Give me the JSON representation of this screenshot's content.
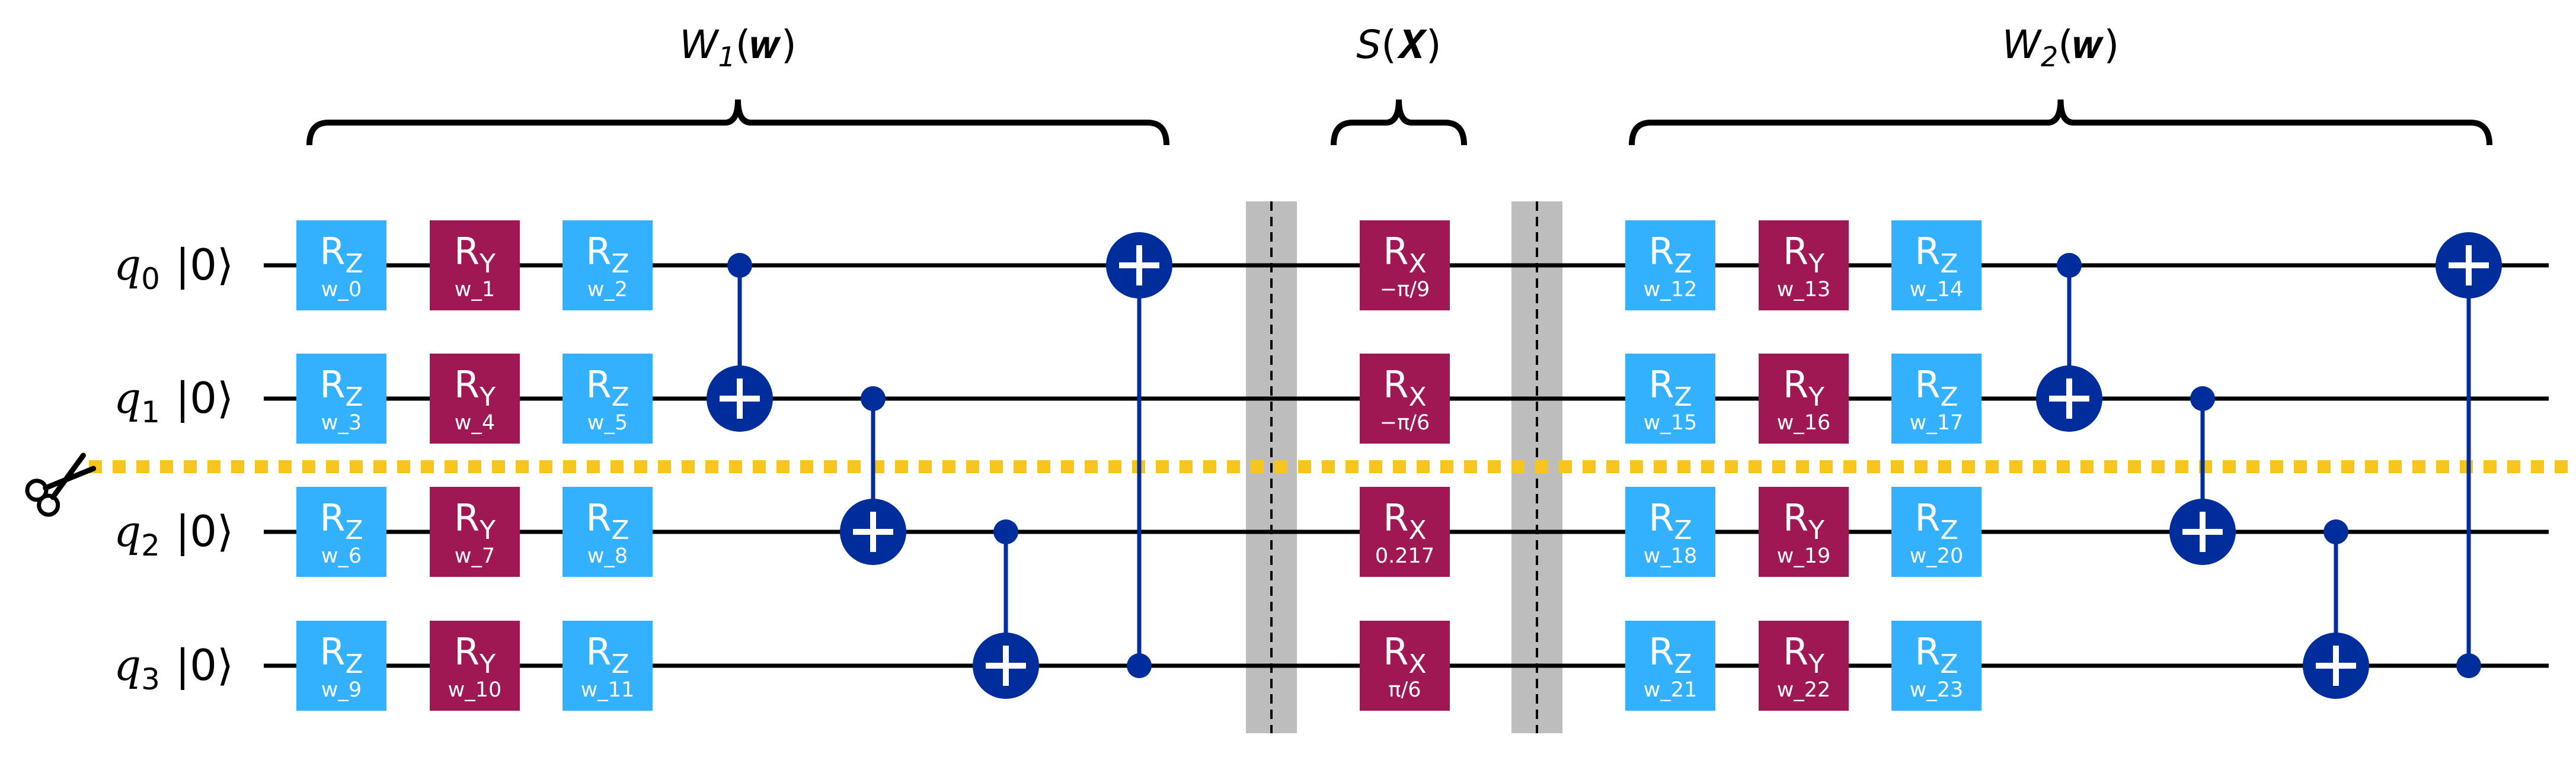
{
  "colors": {
    "wire": "#000000",
    "rz_fill": "#33b1ff",
    "ry_fill": "#9f1853",
    "rx_fill": "#9f1853",
    "cnot": "#002d9c",
    "barrier": "#bdbdbd",
    "cut_line": "#f8c51c",
    "gate_text": "#ffffff",
    "label_text": "#000000"
  },
  "braces": [
    {
      "id": "w1",
      "label_main": "W",
      "label_sub": "1",
      "label_arg": "(𝒘)"
    },
    {
      "id": "s",
      "label_main": "S",
      "label_sub": "",
      "label_arg": "(𝑿)"
    },
    {
      "id": "w2",
      "label_main": "W",
      "label_sub": "2",
      "label_arg": "(𝒘)"
    }
  ],
  "qubits": [
    {
      "name": "q",
      "index": "0",
      "ket": "|0⟩"
    },
    {
      "name": "q",
      "index": "1",
      "ket": "|0⟩"
    },
    {
      "name": "q",
      "index": "2",
      "ket": "|0⟩"
    },
    {
      "name": "q",
      "index": "3",
      "ket": "|0⟩"
    }
  ],
  "cut_icon": "scissors-icon",
  "columns": [
    {
      "col": 0,
      "type": "gate",
      "gates": [
        {
          "row": 0,
          "kind": "R",
          "sub": "Z",
          "param": "w_0"
        },
        {
          "row": 1,
          "kind": "R",
          "sub": "Z",
          "param": "w_3"
        },
        {
          "row": 2,
          "kind": "R",
          "sub": "Z",
          "param": "w_6"
        },
        {
          "row": 3,
          "kind": "R",
          "sub": "Z",
          "param": "w_9"
        }
      ]
    },
    {
      "col": 1,
      "type": "gate",
      "gates": [
        {
          "row": 0,
          "kind": "R",
          "sub": "Y",
          "param": "w_1"
        },
        {
          "row": 1,
          "kind": "R",
          "sub": "Y",
          "param": "w_4"
        },
        {
          "row": 2,
          "kind": "R",
          "sub": "Y",
          "param": "w_7"
        },
        {
          "row": 3,
          "kind": "R",
          "sub": "Y",
          "param": "w_10"
        }
      ]
    },
    {
      "col": 2,
      "type": "gate",
      "gates": [
        {
          "row": 0,
          "kind": "R",
          "sub": "Z",
          "param": "w_2"
        },
        {
          "row": 1,
          "kind": "R",
          "sub": "Z",
          "param": "w_5"
        },
        {
          "row": 2,
          "kind": "R",
          "sub": "Z",
          "param": "w_8"
        },
        {
          "row": 3,
          "kind": "R",
          "sub": "Z",
          "param": "w_11"
        }
      ]
    },
    {
      "col": 3,
      "type": "cnot",
      "control": 0,
      "target": 1
    },
    {
      "col": 4,
      "type": "cnot",
      "control": 1,
      "target": 2
    },
    {
      "col": 5,
      "type": "cnot",
      "control": 2,
      "target": 3
    },
    {
      "col": 6,
      "type": "cnot",
      "control": 3,
      "target": 0
    },
    {
      "col": 7,
      "type": "barrier"
    },
    {
      "col": 8,
      "type": "gate",
      "gates": [
        {
          "row": 0,
          "kind": "R",
          "sub": "X",
          "param": "−π/9"
        },
        {
          "row": 1,
          "kind": "R",
          "sub": "X",
          "param": "−π/6"
        },
        {
          "row": 2,
          "kind": "R",
          "sub": "X",
          "param": "0.217"
        },
        {
          "row": 3,
          "kind": "R",
          "sub": "X",
          "param": "π/6"
        }
      ]
    },
    {
      "col": 9,
      "type": "barrier"
    },
    {
      "col": 10,
      "type": "gate",
      "gates": [
        {
          "row": 0,
          "kind": "R",
          "sub": "Z",
          "param": "w_12"
        },
        {
          "row": 1,
          "kind": "R",
          "sub": "Z",
          "param": "w_15"
        },
        {
          "row": 2,
          "kind": "R",
          "sub": "Z",
          "param": "w_18"
        },
        {
          "row": 3,
          "kind": "R",
          "sub": "Z",
          "param": "w_21"
        }
      ]
    },
    {
      "col": 11,
      "type": "gate",
      "gates": [
        {
          "row": 0,
          "kind": "R",
          "sub": "Y",
          "param": "w_13"
        },
        {
          "row": 1,
          "kind": "R",
          "sub": "Y",
          "param": "w_16"
        },
        {
          "row": 2,
          "kind": "R",
          "sub": "Y",
          "param": "w_19"
        },
        {
          "row": 3,
          "kind": "R",
          "sub": "Y",
          "param": "w_22"
        }
      ]
    },
    {
      "col": 12,
      "type": "gate",
      "gates": [
        {
          "row": 0,
          "kind": "R",
          "sub": "Z",
          "param": "w_14"
        },
        {
          "row": 1,
          "kind": "R",
          "sub": "Z",
          "param": "w_17"
        },
        {
          "row": 2,
          "kind": "R",
          "sub": "Z",
          "param": "w_20"
        },
        {
          "row": 3,
          "kind": "R",
          "sub": "Z",
          "param": "w_23"
        }
      ]
    },
    {
      "col": 13,
      "type": "cnot",
      "control": 0,
      "target": 1
    },
    {
      "col": 14,
      "type": "cnot",
      "control": 1,
      "target": 2
    },
    {
      "col": 15,
      "type": "cnot",
      "control": 2,
      "target": 3
    },
    {
      "col": 16,
      "type": "cnot",
      "control": 3,
      "target": 0
    }
  ]
}
